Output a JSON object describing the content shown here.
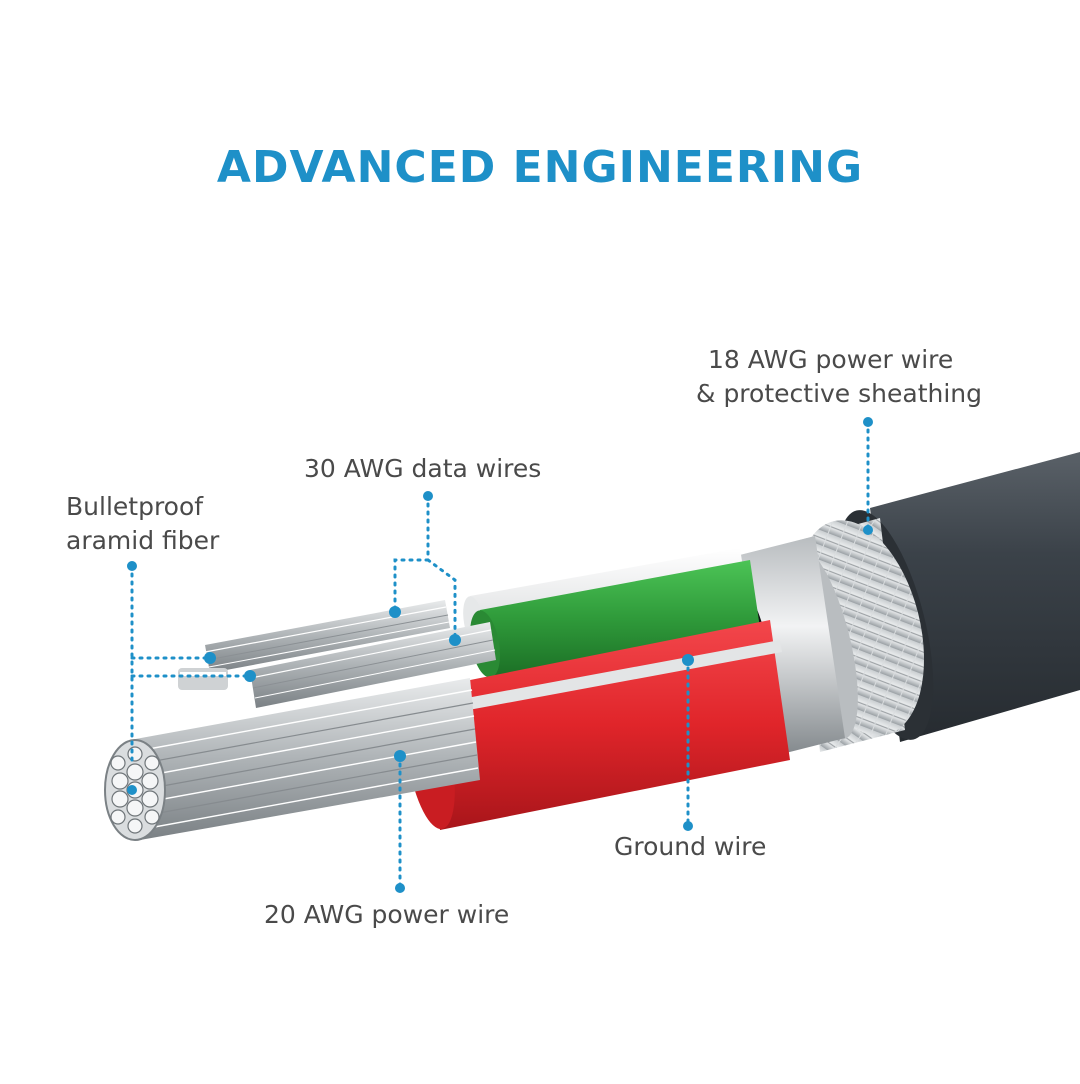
{
  "title": "ADVANCED ENGINEERING",
  "accent_color": "#1e90c8",
  "label_color": "#4a4a4a",
  "labels": {
    "power_sheath_line1": "18 AWG power wire",
    "power_sheath_line2": "& protective sheathing",
    "data_wires": "30 AWG data wires",
    "aramid_line1": "Bulletproof",
    "aramid_line2": "aramid fiber",
    "ground_wire": "Ground wire",
    "power_20": "20 AWG power wire"
  },
  "wire_colors": {
    "jacket": "#3b4249",
    "green": "#2f9a3a",
    "red": "#e0252a",
    "white": "#f4f4f4"
  }
}
